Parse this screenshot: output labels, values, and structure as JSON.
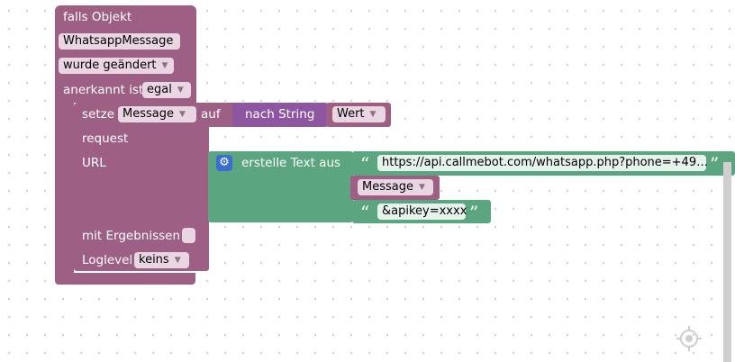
{
  "blocks": {
    "trigger": {
      "title": "falls Objekt",
      "object": "WhatsappMessage",
      "condition": "wurde geändert",
      "ack_label": "anerkannt ist",
      "ack_value": "egal"
    },
    "set_var": {
      "label": "setze",
      "variable": "Message",
      "connector": "auf",
      "convert": "nach String",
      "value": "Wert"
    },
    "request": {
      "title": "request",
      "url_label": "URL",
      "results_label": "mit Ergebnissen",
      "loglevel_label": "Loglevel",
      "loglevel_value": "keins"
    },
    "text_join": {
      "label": "erstelle Text aus",
      "url_string": "https://api.callmebot.com/whatsapp.php?phone=+49…",
      "message_var": "Message",
      "apikey_string": "&apikey=xxxx",
      "open_quote": "“",
      "close_quote": "”"
    }
  },
  "icons": {
    "gear": "gear-icon",
    "locate": "crosshair-icon",
    "dropdown": "triangle-down-icon"
  },
  "colors": {
    "event_block": "#9d5f83",
    "convert_block": "#8e55a0",
    "text_block": "#5ba581",
    "field_bg": "#ead5e2"
  }
}
